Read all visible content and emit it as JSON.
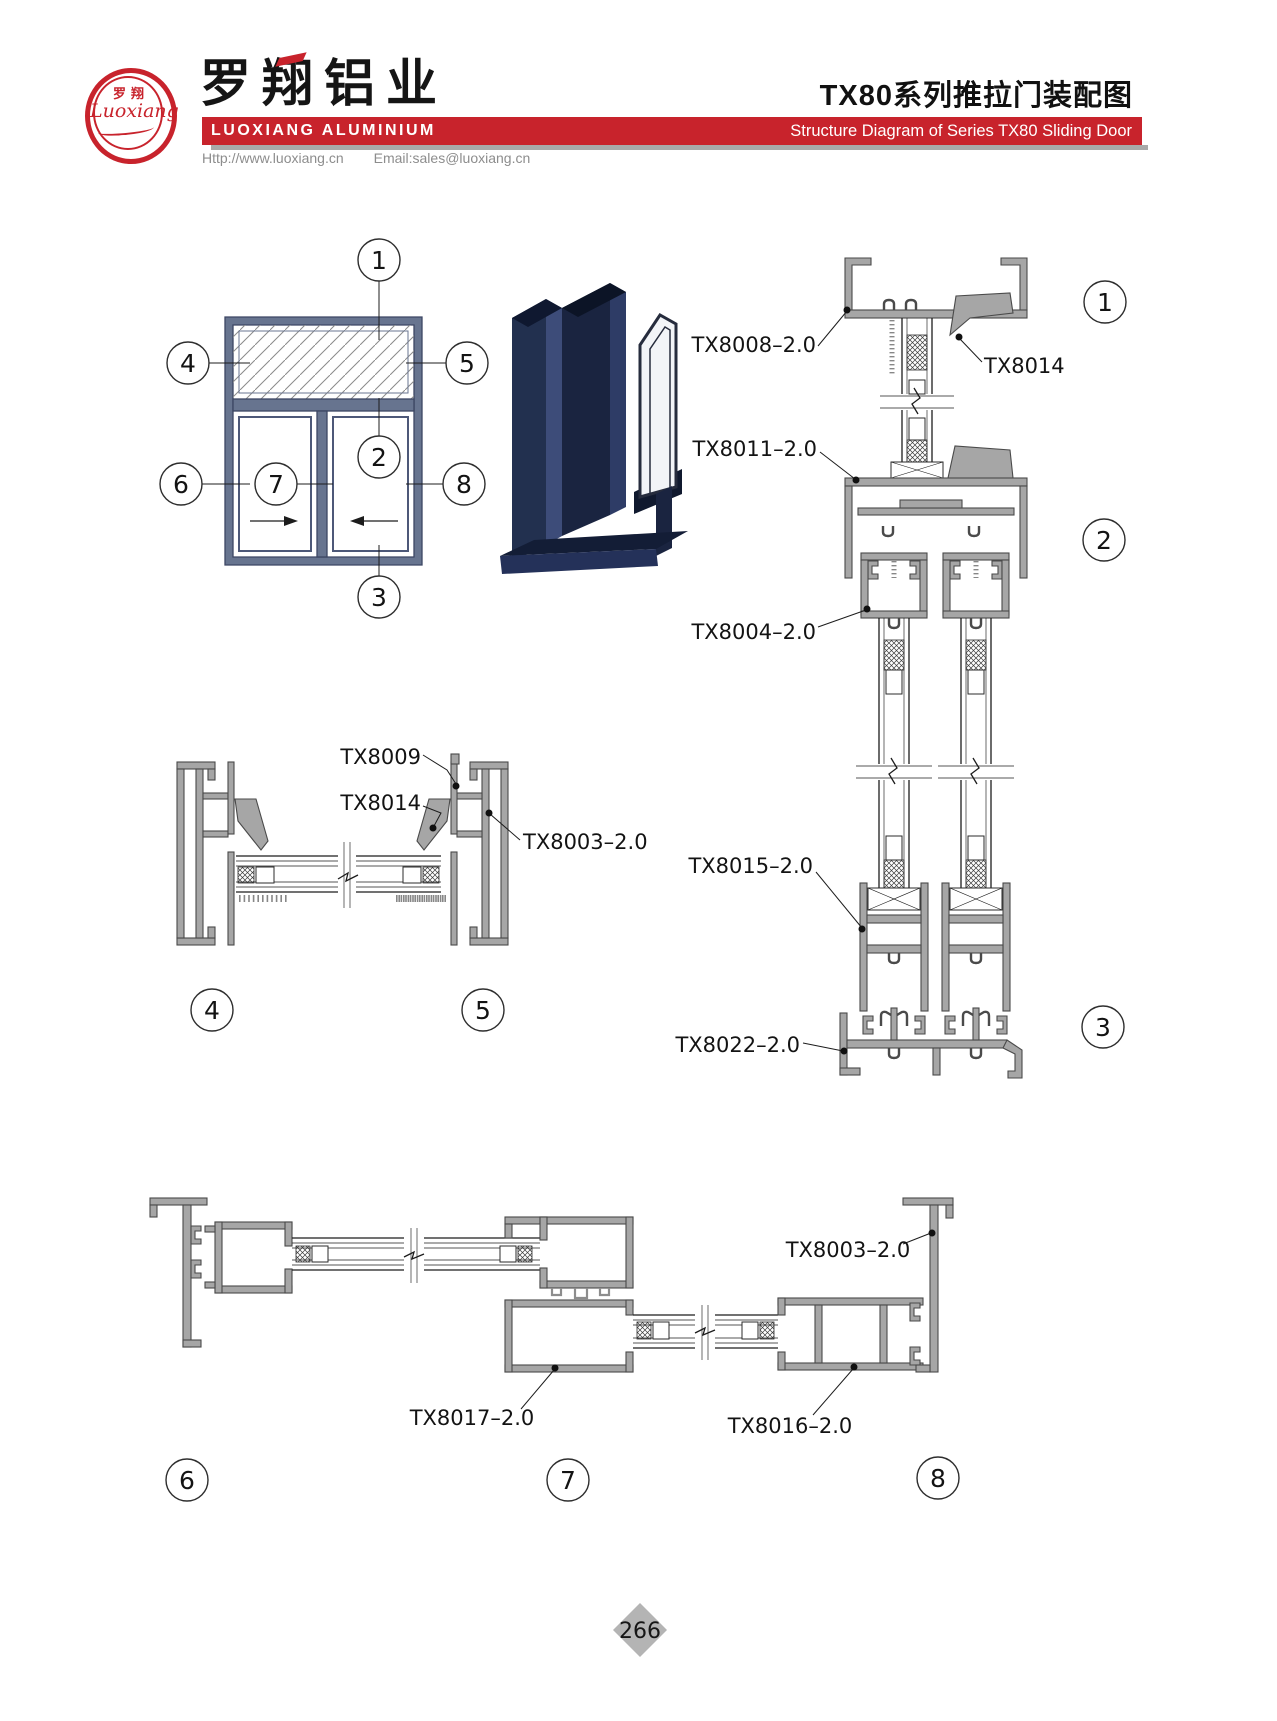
{
  "colors": {
    "brand_red": "#c8232c",
    "aluminum_gray": "#a6a6a6",
    "elevation_frame_slate": "#67748f",
    "render_navy": "#22304f",
    "bar_shadow_gray": "#a9a9a9",
    "diamond_gray": "#b4b4b4"
  },
  "header": {
    "logo": {
      "cn": "罗翔",
      "script": "Luoxiang"
    },
    "brand_cn": "罗翔铝业",
    "brand_en": "LUOXIANG ALUMINIUM",
    "title_cn": "TX80系列推拉门装配图",
    "title_en": "Structure Diagram of Series TX80 Sliding Door",
    "website": "Http://www.luoxiang.cn",
    "email": "Email:sales@luoxiang.cn"
  },
  "diagram": {
    "part_labels": {
      "tx8008": "TX8008–2.0",
      "tx8014_top": "TX8014",
      "tx8011": "TX8011–2.0",
      "tx8004": "TX8004–2.0",
      "tx8015": "TX8015–2.0",
      "tx8022": "TX8022–2.0",
      "tx8009": "TX8009",
      "tx8014_mid": "TX8014",
      "tx8003_mid": "TX8003–2.0",
      "tx8003_bottom": "TX8003–2.0",
      "tx8017": "TX8017–2.0",
      "tx8016": "TX8016–2.0"
    },
    "callouts": {
      "n1": "1",
      "n2": "2",
      "n3": "3",
      "n4": "4",
      "n5": "5",
      "n6": "6",
      "n7": "7",
      "n8": "8"
    }
  },
  "footer": {
    "page_number": "266"
  }
}
